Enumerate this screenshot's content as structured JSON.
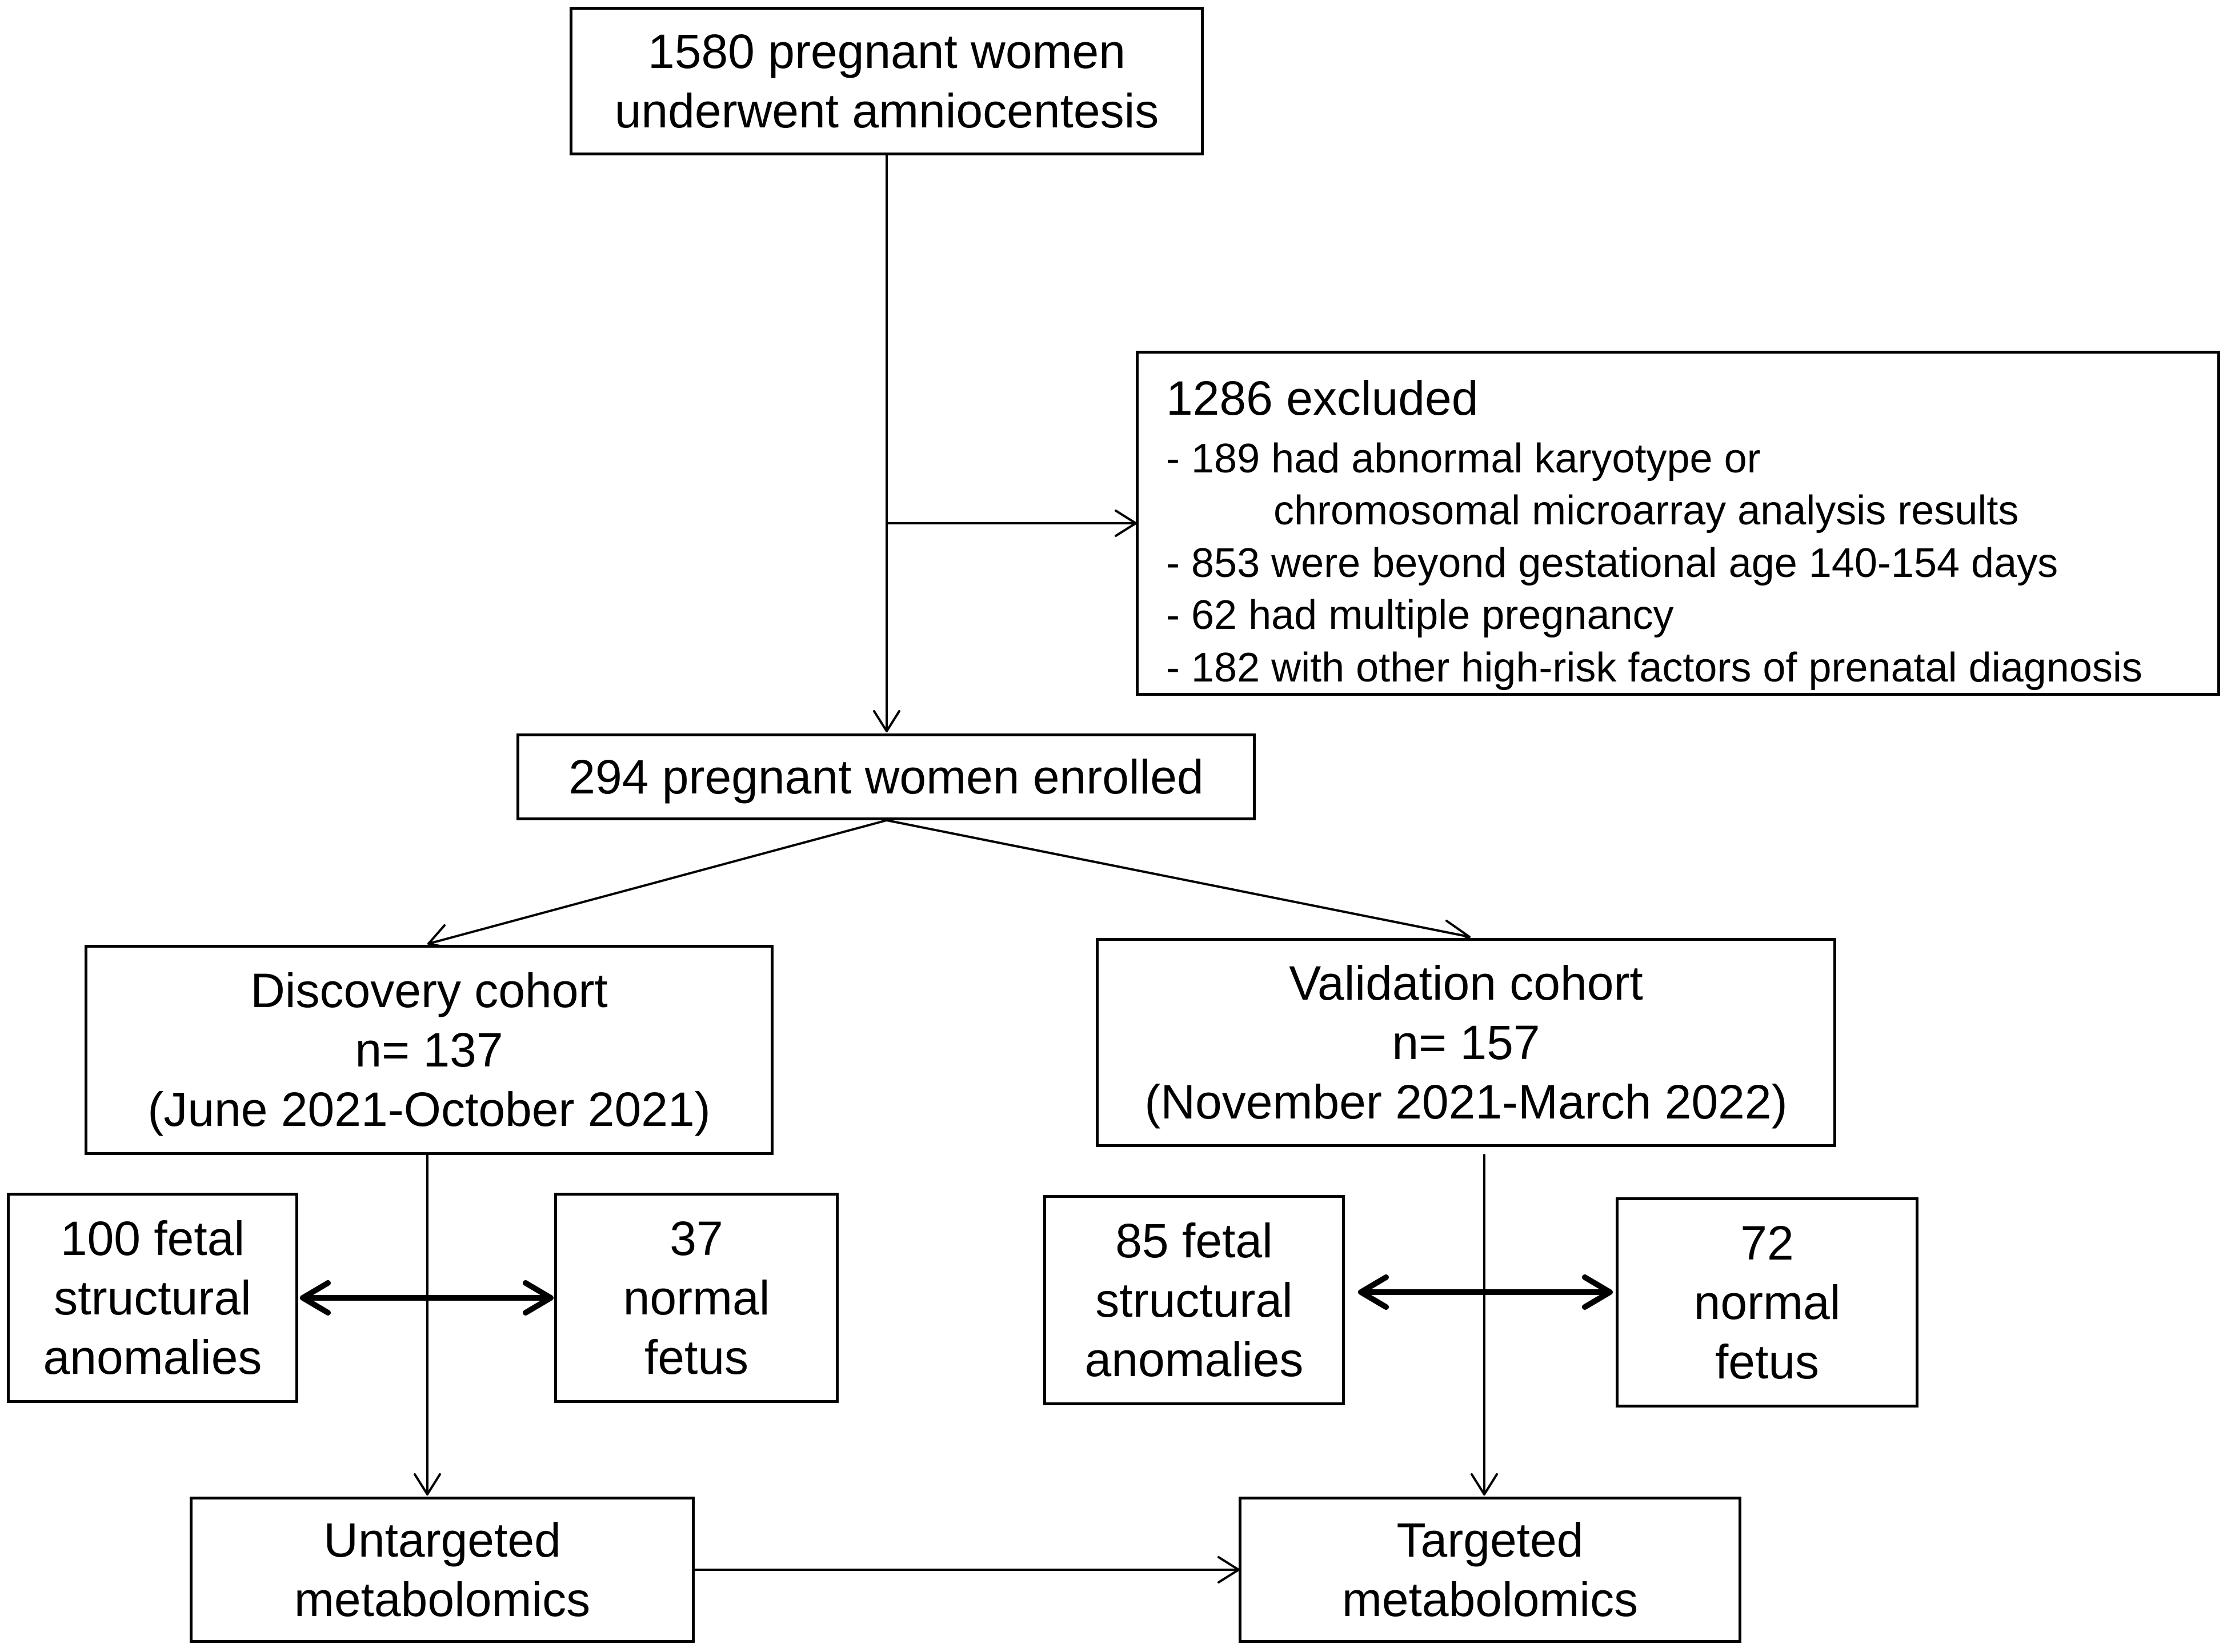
{
  "boxes": {
    "underwent": {
      "lines": [
        "1580 pregnant women",
        "underwent amniocentesis"
      ]
    },
    "excluded": {
      "heading": "1286 excluded",
      "items": [
        "- 189 had abnormal karyotype or",
        "chromosomal microarray analysis results",
        "- 853 were beyond gestational age 140-154 days",
        "- 62 had multiple pregnancy",
        "- 182 with other high-risk factors of prenatal diagnosis"
      ]
    },
    "enrolled": {
      "lines": [
        "294 pregnant women enrolled"
      ]
    },
    "discovery": {
      "lines": [
        "Discovery cohort",
        "n= 137",
        "(June 2021-October 2021)"
      ]
    },
    "validation": {
      "lines": [
        "Validation cohort",
        "n= 157",
        "(November 2021-March 2022)"
      ]
    },
    "discovery_anomalies": {
      "lines": [
        "100 fetal",
        "structural",
        "anomalies"
      ]
    },
    "discovery_normal": {
      "lines": [
        "37",
        "normal",
        "fetus"
      ]
    },
    "validation_anomalies": {
      "lines": [
        "85 fetal",
        "structural",
        "anomalies"
      ]
    },
    "validation_normal": {
      "lines": [
        "72",
        "normal",
        "fetus"
      ]
    },
    "untargeted": {
      "lines": [
        "Untargeted",
        "metabolomics"
      ]
    },
    "targeted": {
      "lines": [
        "Targeted",
        "metabolomics"
      ]
    }
  },
  "colors": {
    "stroke": "#000000",
    "background": "#ffffff"
  }
}
